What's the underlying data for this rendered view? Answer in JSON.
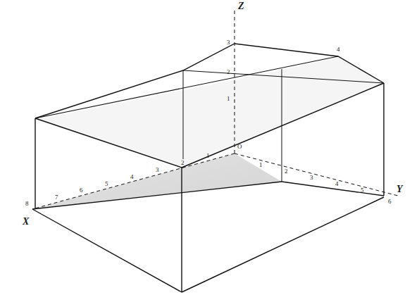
{
  "diagram": {
    "labels": [
      "Z",
      "3",
      "2",
      "1",
      "O",
      "1",
      "2",
      "3",
      "4",
      "5",
      "6",
      "7",
      "8",
      "X",
      "1",
      "2",
      "3",
      "4",
      "5",
      "6",
      "Y",
      "4"
    ]
  }
}
